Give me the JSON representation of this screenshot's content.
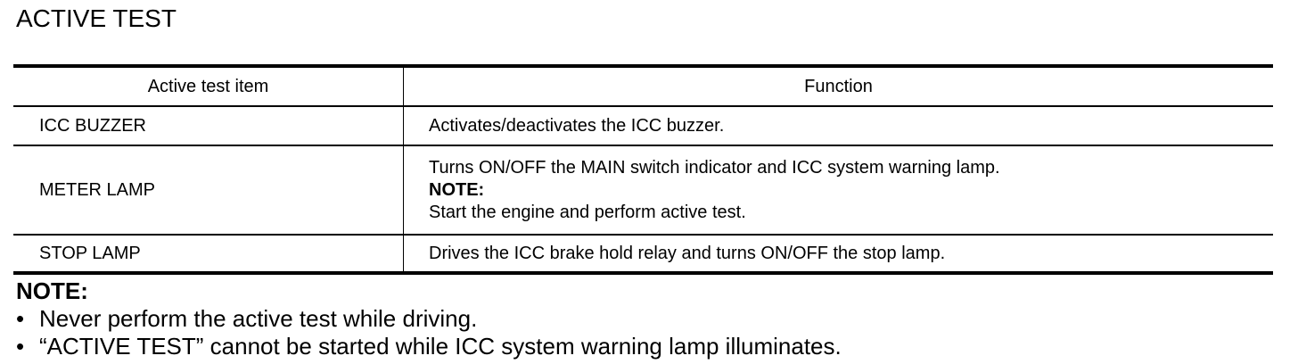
{
  "title": "ACTIVE TEST",
  "table": {
    "headers": [
      "Active test item",
      "Function"
    ],
    "rows": [
      {
        "item": "ICC BUZZER",
        "function": [
          "Activates/deactivates the ICC buzzer."
        ]
      },
      {
        "item": "METER LAMP",
        "function": [
          "Turns ON/OFF the MAIN switch indicator and ICC system warning lamp.",
          "NOTE:",
          "Start the engine and perform active test."
        ]
      },
      {
        "item": "STOP LAMP",
        "function": [
          "Drives the ICC brake hold relay and turns ON/OFF the stop lamp."
        ]
      }
    ]
  },
  "note": {
    "heading": "NOTE:",
    "bullet": "•",
    "items": [
      "Never perform the active test while driving.",
      "“ACTIVE TEST” cannot be started while ICC system warning lamp illuminates."
    ]
  }
}
